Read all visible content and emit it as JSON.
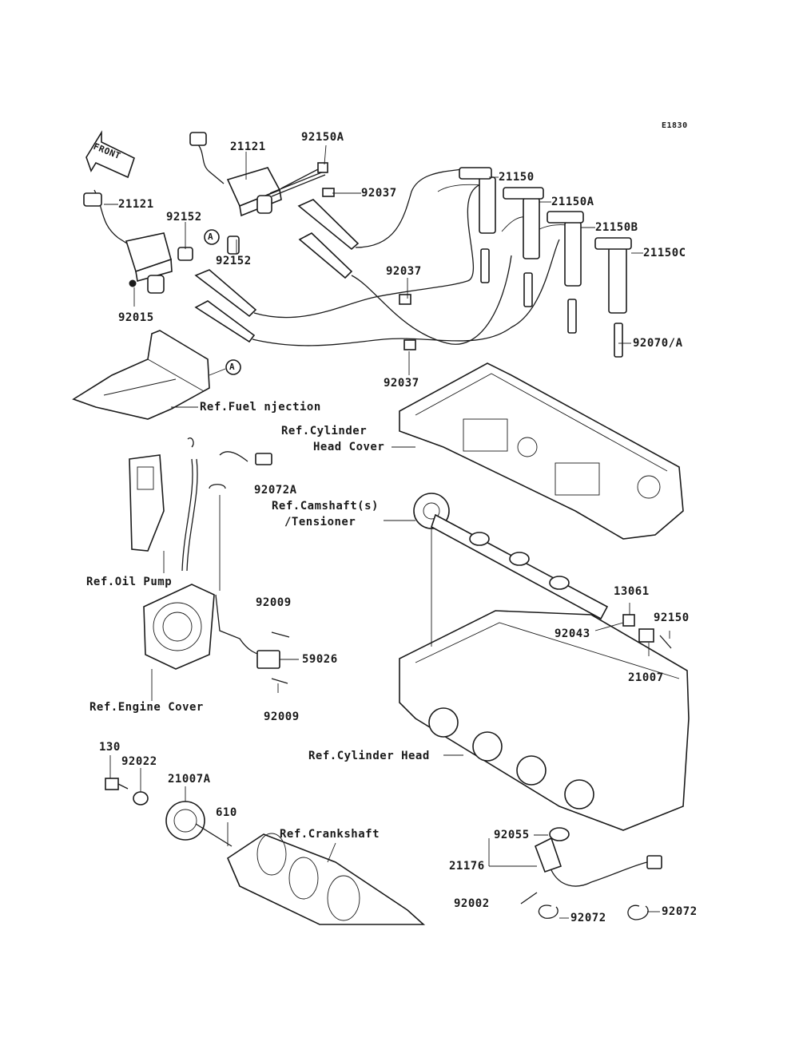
{
  "diagram_code": "E1830",
  "front_label": "FRONT",
  "callout_a": "A",
  "parts": {
    "p21121_top": "21121",
    "p92150A": "92150A",
    "p92037_top": "92037",
    "p21150": "21150",
    "p21150A": "21150A",
    "p21150B": "21150B",
    "p21150C": "21150C",
    "p21121_left": "21121",
    "p92152_a": "92152",
    "p92152_b": "92152",
    "p92037_mid": "92037",
    "p92015": "92015",
    "p92070A": "92070/A",
    "p92037_low": "92037",
    "p92072A": "92072A",
    "p13061": "13061",
    "p92150": "92150",
    "p92043": "92043",
    "p21007": "21007",
    "p92009_a": "92009",
    "p59026": "59026",
    "p92009_b": "92009",
    "p130": "130",
    "p92022": "92022",
    "p21007A": "21007A",
    "p610": "610",
    "p92055": "92055",
    "p21176": "21176",
    "p92002": "92002",
    "p92072_a": "92072",
    "p92072_b": "92072"
  },
  "references": {
    "fuel_injection": "Ref.Fuel njection",
    "cyl_head_cover_1": "Ref.Cylinder",
    "cyl_head_cover_2": "Head Cover",
    "camshaft_1": "Ref.Camshaft(s)",
    "camshaft_2": "/Tensioner",
    "oil_pump": "Ref.Oil Pump",
    "engine_cover": "Ref.Engine Cover",
    "cylinder_head": "Ref.Cylinder Head",
    "crankshaft": "Ref.Crankshaft"
  }
}
